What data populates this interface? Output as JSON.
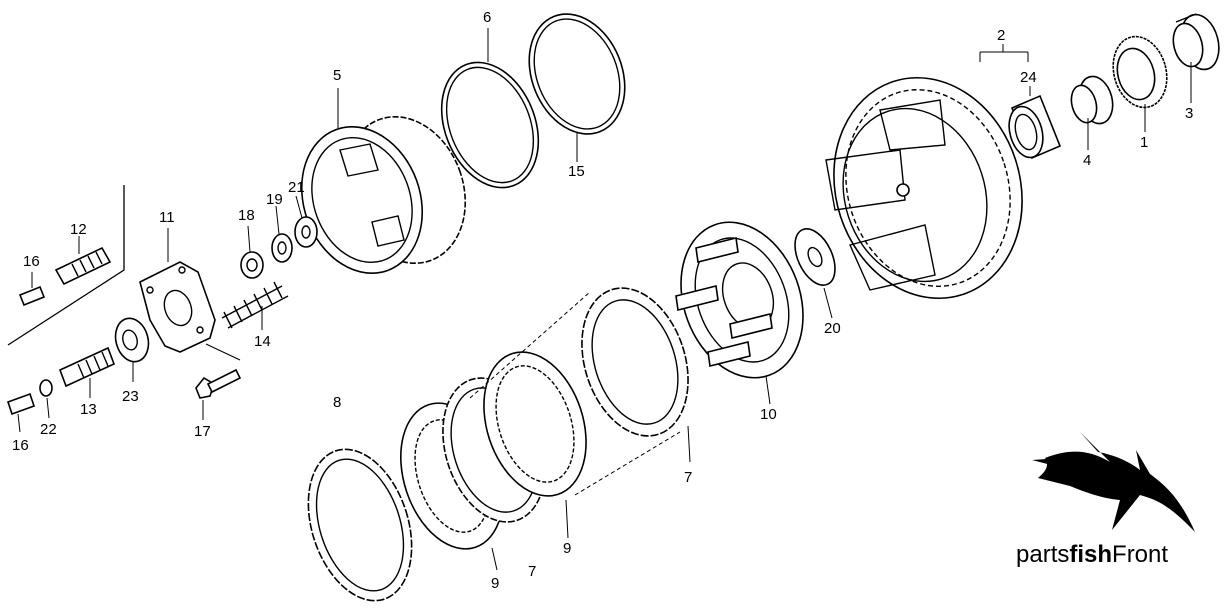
{
  "diagram": {
    "callouts": [
      {
        "id": "c1",
        "text": "1"
      },
      {
        "id": "c2",
        "text": "2"
      },
      {
        "id": "c3",
        "text": "3"
      },
      {
        "id": "c4",
        "text": "4"
      },
      {
        "id": "c5",
        "text": "5"
      },
      {
        "id": "c6",
        "text": "6"
      },
      {
        "id": "c7a",
        "text": "7"
      },
      {
        "id": "c7b",
        "text": "7"
      },
      {
        "id": "c8",
        "text": "8"
      },
      {
        "id": "c9a",
        "text": "9"
      },
      {
        "id": "c9b",
        "text": "9"
      },
      {
        "id": "c10",
        "text": "10"
      },
      {
        "id": "c11",
        "text": "11"
      },
      {
        "id": "c12",
        "text": "12"
      },
      {
        "id": "c13",
        "text": "13"
      },
      {
        "id": "c14",
        "text": "14"
      },
      {
        "id": "c15",
        "text": "15"
      },
      {
        "id": "c16a",
        "text": "16"
      },
      {
        "id": "c16b",
        "text": "16"
      },
      {
        "id": "c17",
        "text": "17"
      },
      {
        "id": "c18",
        "text": "18"
      },
      {
        "id": "c19",
        "text": "19"
      },
      {
        "id": "c20",
        "text": "20"
      },
      {
        "id": "c21",
        "text": "21"
      },
      {
        "id": "c22",
        "text": "22"
      },
      {
        "id": "c23",
        "text": "23"
      },
      {
        "id": "c24",
        "text": "24"
      }
    ]
  },
  "watermark": {
    "brand_parts": "parts",
    "brand_fish": "fish",
    "brand_front": "Front",
    "logo_icon": "swordfish-icon"
  }
}
